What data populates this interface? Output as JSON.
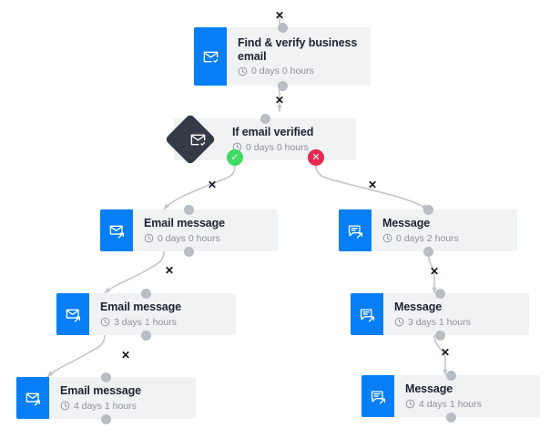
{
  "diagram": {
    "type": "workflow-flowchart",
    "background": "#ffffff",
    "colors": {
      "accent_blue": "#067ef5",
      "card_bg": "#f1f2f4",
      "decision_dark": "#343a46",
      "title_text": "#1b2330",
      "meta_text": "#8b929c",
      "edge": "#c2c6cc",
      "port_dot": "#b9bdc4",
      "badge_yes": "#3ddc64",
      "badge_no": "#e42a52",
      "xmark": "#13161c"
    },
    "icons": {
      "email_verify": "envelope-check-icon",
      "email_send": "envelope-arrow-icon",
      "message_send": "speech-bubble-arrow-icon",
      "duration": "clock-icon",
      "yes_badge": "check-icon",
      "no_badge": "close-icon",
      "delete_edge": "x-icon"
    },
    "nodes": [
      {
        "id": "find-verify-email",
        "title": "Find & verify business email",
        "duration": "0 days 0 hours",
        "icon": "envelope-check-icon",
        "kind": "action"
      },
      {
        "id": "if-email-verified",
        "title": "If email verified",
        "duration": "0 days 0 hours",
        "icon": "envelope-check-icon",
        "kind": "decision"
      },
      {
        "id": "email-message-1",
        "title": "Email message",
        "duration": "0 days 0 hours",
        "icon": "envelope-arrow-icon",
        "kind": "action"
      },
      {
        "id": "email-message-2",
        "title": "Email message",
        "duration": "3 days 1 hours",
        "icon": "envelope-arrow-icon",
        "kind": "action"
      },
      {
        "id": "email-message-3",
        "title": "Email message",
        "duration": "4 days 1 hours",
        "icon": "envelope-arrow-icon",
        "kind": "action"
      },
      {
        "id": "message-1",
        "title": "Message",
        "duration": "0 days 2 hours",
        "icon": "speech-bubble-arrow-icon",
        "kind": "action"
      },
      {
        "id": "message-2",
        "title": "Message",
        "duration": "3 days 1 hours",
        "icon": "speech-bubble-arrow-icon",
        "kind": "action"
      },
      {
        "id": "message-3",
        "title": "Message",
        "duration": "4 days 1 hours",
        "icon": "speech-bubble-arrow-icon",
        "kind": "action"
      }
    ],
    "branches": {
      "yes_label": "✓",
      "no_label": "✕"
    },
    "edge_delete_label": "✕"
  }
}
